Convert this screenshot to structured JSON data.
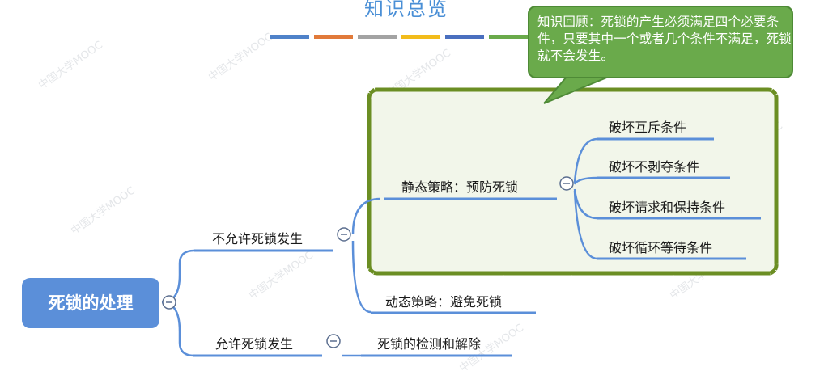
{
  "title": "知识总览",
  "title_bar_colors": [
    "#4f82c9",
    "#e17a3a",
    "#a3a3a3",
    "#f2bc1b",
    "#4a6fbf",
    "#6aaa4b"
  ],
  "callout": {
    "text": "知识回顾：死锁的产生必须满足四个必要条件，只要其中一个或者几个条件不满足，死锁就不会发生。",
    "fill_color": "#6aaa4b"
  },
  "mindmap": {
    "root": "死锁的处理",
    "not_allow": {
      "label": "不允许死锁发生",
      "static": {
        "label": "静态策略：预防死锁",
        "children": [
          "破坏互斥条件",
          "破坏不剥夺条件",
          "破坏请求和保持条件",
          "破坏循环等待条件"
        ]
      },
      "dynamic": {
        "label": "动态策略：避免死锁"
      }
    },
    "allow": {
      "label": "允许死锁发生",
      "child": "死锁的检测和解除"
    }
  },
  "colors": {
    "line": "#5b8fd9",
    "dotted_border": "#6b8e23",
    "dotted_fill": "#f2f6ea",
    "collapse_icon": "#5b6e8f"
  },
  "watermark": "中国大学MOOC"
}
